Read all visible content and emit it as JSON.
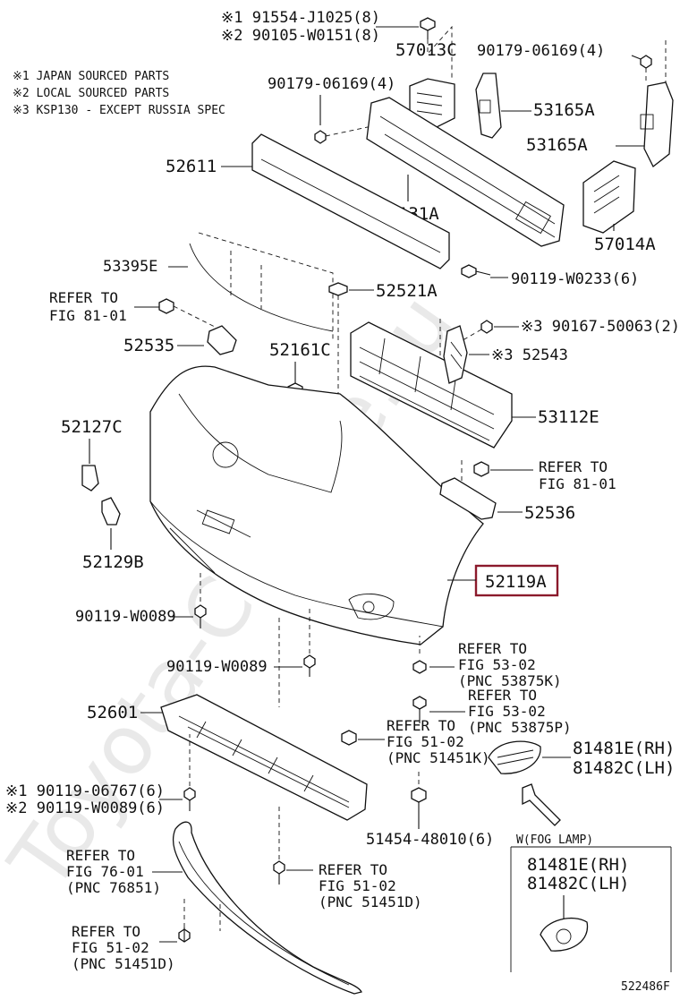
{
  "notes": [
    "※1 JAPAN SOURCED PARTS",
    "※2 LOCAL SOURCED PARTS",
    "※3 KSP130 - EXCEPT RUSSIA SPEC"
  ],
  "watermark": "Toyota-Carline.ru",
  "labels": {
    "l91554": "※1 91554-J1025(8)",
    "l90105": "※2 90105-W0151(8)",
    "l57013c": "57013C",
    "l90179a": "90179-06169(4)",
    "l90179b": "90179-06169(4)",
    "l53165a1": "53165A",
    "l53165a2": "53165A",
    "l52611": "52611",
    "l52131a": "52131A",
    "l57014a": "57014A",
    "l53395e": "53395E",
    "l90119w0233": "90119-W0233(6)",
    "l52521a": "52521A",
    "lrefer1a": "REFER TO",
    "lrefer1b": "FIG 81-01",
    "l90167": "※3 90167-50063(2)",
    "l52535": "52535",
    "l52161c": "52161C",
    "l52543": "※3 52543",
    "l52127c": "52127C",
    "l53112e": "53112E",
    "lrefer2a": "REFER TO",
    "lrefer2b": "FIG 81-01",
    "l52536": "52536",
    "l52129b": "52129B",
    "l52119a": "52119A",
    "l90119w0089a": "90119-W0089",
    "l90119w0089b": "90119-W0089",
    "lrefer3a": "REFER TO",
    "lrefer3b": "FIG 53-02",
    "lrefer3c": "(PNC 53875K)",
    "lrefer4a": "REFER TO",
    "lrefer4b": "FIG 53-02",
    "lrefer4c": "(PNC 53875P)",
    "l52601": "52601",
    "lrefer5a": "REFER TO",
    "lrefer5b": "FIG 51-02",
    "lrefer5c": "(PNC 51451K)",
    "l81481e": "81481E(RH)",
    "l81482c": "81482C(LH)",
    "l90119_06767": "※1 90119-06767(6)",
    "l90119_w0089c": "※2 90119-W0089(6)",
    "l51454": "51454-48010(6)",
    "lfoglamp": "W(FOG LAMP)",
    "l81481e2": "81481E(RH)",
    "l81482c2": "81482C(LH)",
    "lrefer6a": "REFER TO",
    "lrefer6b": "FIG 76-01",
    "lrefer6c": "(PNC 76851)",
    "lrefer7a": "REFER TO",
    "lrefer7b": "FIG 51-02",
    "lrefer7c": "(PNC 51451D)",
    "lrefer8a": "REFER TO",
    "lrefer8b": "FIG 51-02",
    "lrefer8c": "(PNC 51451D)",
    "figure_id": "522486F"
  },
  "highlight_color": "#8b1a2c"
}
